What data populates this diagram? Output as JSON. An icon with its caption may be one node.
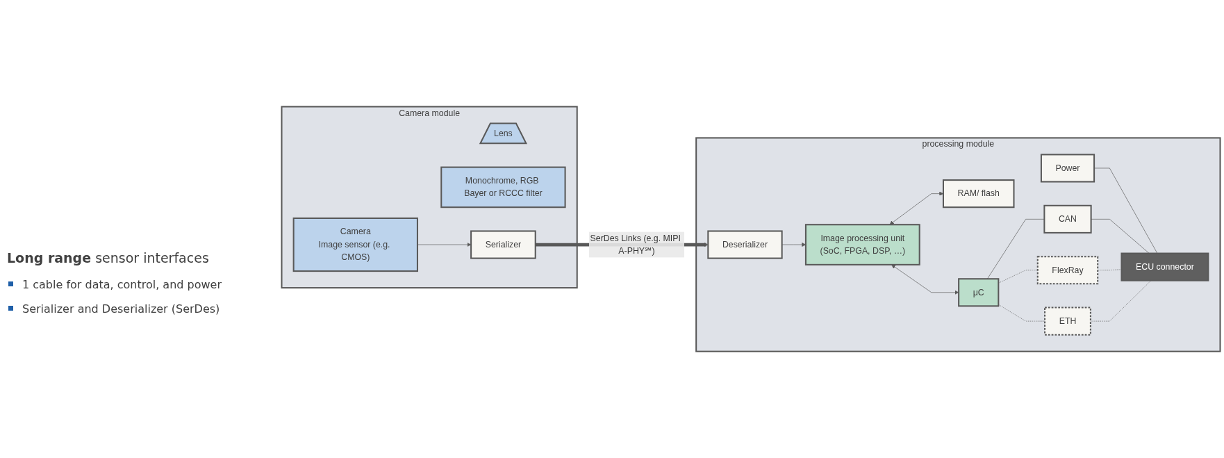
{
  "diagram": {
    "nodes": [
      {
        "text": [
          "Camera module"
        ]
      },
      {
        "text": [
          "Lens"
        ],
        "in": 0
      },
      {
        "text": [
          "Monochrome, RGB Bayer or RCCC filter"
        ],
        "in": 0
      },
      {
        "text": [
          "Camera",
          "Image sensor (e.g. CMOS)"
        ],
        "in": 0
      },
      {
        "text": [
          "Serializer"
        ],
        "in": 0
      },
      {
        "text": [
          "processing module"
        ]
      },
      {
        "text": [
          "Deserializer"
        ],
        "in": 5
      },
      {
        "text": [
          "Image processing unit",
          "(SoC, FPGA, DSP, …)"
        ],
        "in": 5
      },
      {
        "text": [
          "RAM/ flash"
        ],
        "in": 5
      },
      {
        "text": [
          "Power"
        ],
        "in": 5
      },
      {
        "text": [
          "μC"
        ],
        "in": 5
      },
      {
        "text": [
          "CAN"
        ],
        "in": 5
      },
      {
        "text": [
          "FlexRay"
        ],
        "in": 5
      },
      {
        "text": [
          "ETH"
        ],
        "in": 5
      },
      {
        "text": [
          "ECU connector"
        ],
        "in": 5
      }
    ],
    "edges": [
      {
        "from": 3,
        "to": 4,
        "arrow": "to"
      },
      {
        "from": 4,
        "to": 6,
        "arrow": "to",
        "label": "SerDes Links (e.g. MIPI A-PHY℠)",
        "style": "thick"
      },
      {
        "from": 6,
        "to": 7,
        "arrow": "to"
      },
      {
        "from": 7,
        "to": 8,
        "arrow": "both"
      },
      {
        "from": 7,
        "to": 10,
        "arrow": "both"
      },
      {
        "from": 9,
        "to": 14,
        "arrow": "none"
      },
      {
        "from": 10,
        "to": 11,
        "arrow": "none"
      },
      {
        "from": 11,
        "to": 14,
        "arrow": "none"
      },
      {
        "from": 10,
        "to": 12,
        "arrow": "none",
        "style": "dashed"
      },
      {
        "from": 12,
        "to": 14,
        "arrow": "none",
        "style": "dashed"
      },
      {
        "from": 10,
        "to": 13,
        "arrow": "none",
        "style": "dashed"
      },
      {
        "from": 13,
        "to": 14,
        "arrow": "none",
        "style": "dashed"
      }
    ],
    "labels": [
      "**Long range** sensor interfaces",
      "1 cable for data, control, and power",
      "Serializer and Deserializer (SerDes)"
    ]
  }
}
